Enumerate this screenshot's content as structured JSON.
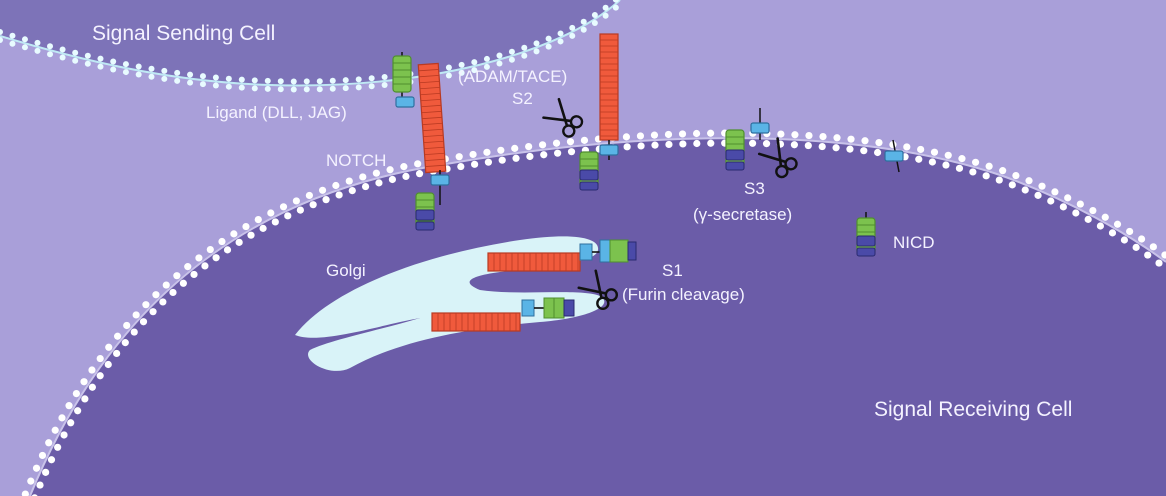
{
  "labels": {
    "sending_cell": "Signal Sending Cell",
    "receiving_cell": "Signal Receiving Cell",
    "ligand": "Ligand (DLL, JAG)",
    "notch": "NOTCH",
    "adam": "(ADAM/TACE)",
    "s2": "S2",
    "s3": "S3",
    "gamma": "(γ-secretase)",
    "nicd": "NICD",
    "golgi": "Golgi",
    "s1": "S1",
    "furin": "(Furin cleavage)"
  },
  "colors": {
    "background": "#a99fd9",
    "sending_cell": "#7d73b8",
    "receiving_cell": "#6b5ca8",
    "membrane_bead": "#ffffff",
    "golgi": "#d9f3f8",
    "notch_ecd": "#f05a3c",
    "tmd": "#5ab4e6",
    "ligand": "#7cc24e",
    "intracellular": "#4a4aa8"
  },
  "icons": [
    "scissors-icon"
  ]
}
